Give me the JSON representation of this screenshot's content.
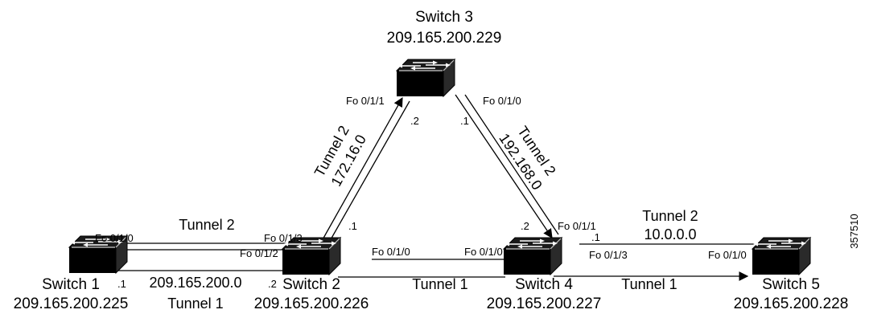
{
  "switches": [
    {
      "name": "Switch 1",
      "ip": "209.165.200.225"
    },
    {
      "name": "Switch 2",
      "ip": "209.165.200.226"
    },
    {
      "name": "Switch 3",
      "ip": "209.165.200.229"
    },
    {
      "name": "Switch 4",
      "ip": "209.165.200.227"
    },
    {
      "name": "Switch 5",
      "ip": "209.165.200.228"
    }
  ],
  "ports": {
    "sw1_fo010": "Fo 0/1/0",
    "sw2_fo013": "Fo 0/1/3",
    "sw2_fo012": "Fo 0/1/2",
    "sw2_fo010": "Fo 0/1/0",
    "sw3_fo011": "Fo 0/1/1",
    "sw3_fo010": "Fo 0/1/0",
    "sw4_fo011": "Fo 0/1/1",
    "sw4_fo010": "Fo 0/1/0",
    "sw4_fo013": "Fo 0/1/3",
    "sw5_fo010": "Fo 0/1/0"
  },
  "octets": {
    "sw1_dot1": ".1",
    "sw2_dot2": ".2",
    "sw2_up_dot1": ".1",
    "sw3_left_dot2": ".2",
    "sw3_right_dot1": ".1",
    "sw4_in_dot2": ".2",
    "sw4_out_dot1": ".1"
  },
  "links": {
    "s1_s2": {
      "tunnel_top": "Tunnel 2",
      "network": "209.165.200.0",
      "tunnel_bottom": "Tunnel 1"
    },
    "s2_s3": {
      "tunnel": "Tunnel 2",
      "network": "172.16.0"
    },
    "s3_s4": {
      "tunnel": "Tunnel 2",
      "network": "192.168.0"
    },
    "s2_s4": {
      "tunnel": "Tunnel 1"
    },
    "s4_s5": {
      "tunnel_top": "Tunnel 2",
      "network": "10.0.0.0",
      "tunnel_bottom": "Tunnel 1"
    }
  },
  "figure_id": "357510"
}
